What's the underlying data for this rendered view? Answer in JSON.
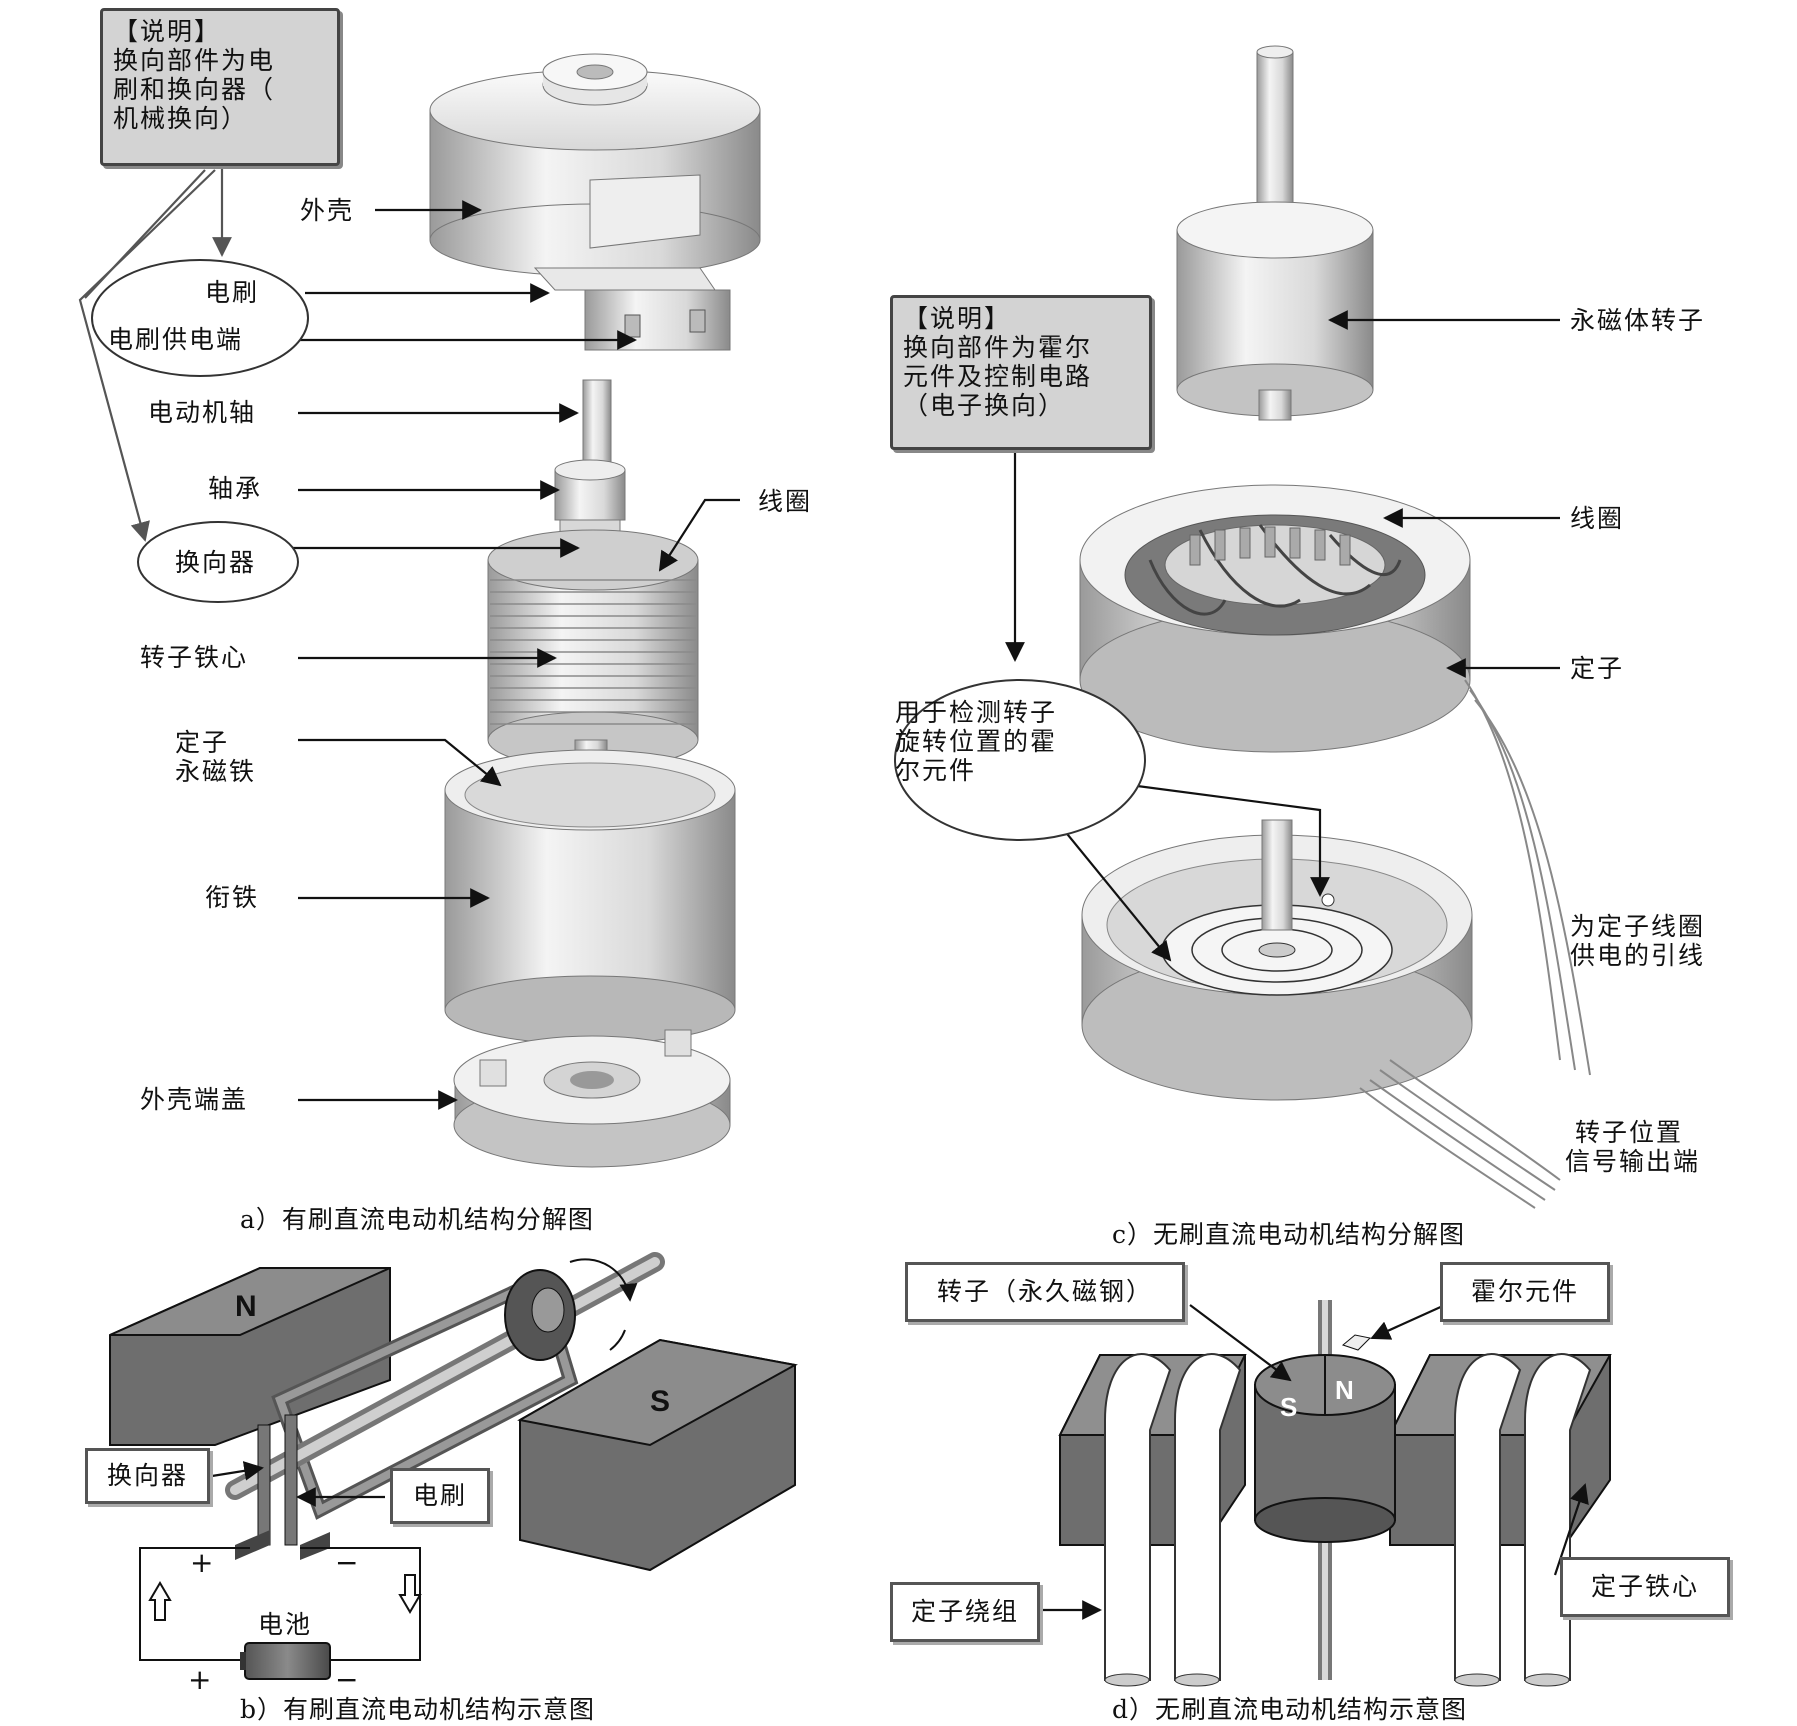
{
  "panel_a": {
    "note_title": "【说明】",
    "note_lines": [
      "换向部件为电",
      "刷和换向器（",
      "机械换向）"
    ],
    "labels": {
      "shell": "外壳",
      "brush": "电刷",
      "brush_terminal": "电刷供电端",
      "shaft": "电动机轴",
      "bearing": "轴承",
      "commutator": "换向器",
      "coil": "线圈",
      "rotor_core": "转子铁心",
      "stator": "定子",
      "magnet": "永磁铁",
      "armature": "衔铁",
      "end_cap": "外壳端盖"
    },
    "caption": "a）有刷直流电动机结构分解图"
  },
  "panel_b": {
    "n_pole": "N",
    "s_pole": "S",
    "commutator_label": "换向器",
    "brush_label": "电刷",
    "battery_label": "电池",
    "plus_top": "+",
    "minus_top": "−",
    "plus_bottom": "+",
    "minus_bottom": "−",
    "caption": "b）有刷直流电动机结构示意图"
  },
  "panel_c": {
    "note_title": "【说明】",
    "note_lines": [
      "换向部件为霍尔",
      "元件及控制电路",
      "（电子换向）"
    ],
    "hall_ellipse_lines": [
      "用于检测转子",
      "旋转位置的霍",
      "尔元件"
    ],
    "labels": {
      "pm_rotor": "永磁体转子",
      "coil": "线圈",
      "stator": "定子",
      "lead_1": "为定子线圈",
      "lead_2": "供电的引线",
      "signal_1": "转子位置",
      "signal_2": "信号输出端"
    },
    "caption": "c）无刷直流电动机结构分解图"
  },
  "panel_d": {
    "rotor_label": "转子（永久磁钢）",
    "hall_label": "霍尔元件",
    "winding_label": "定子绕组",
    "core_label": "定子铁心",
    "s_pole": "S",
    "n_pole": "N",
    "caption": "d）无刷直流电动机结构示意图"
  },
  "colors": {
    "note_bg": "#d3d3d3",
    "metal_light": "#f0f0f0",
    "metal_mid": "#c8c8c8",
    "magnet_dark": "#6e6e6e",
    "ink": "#111111"
  }
}
